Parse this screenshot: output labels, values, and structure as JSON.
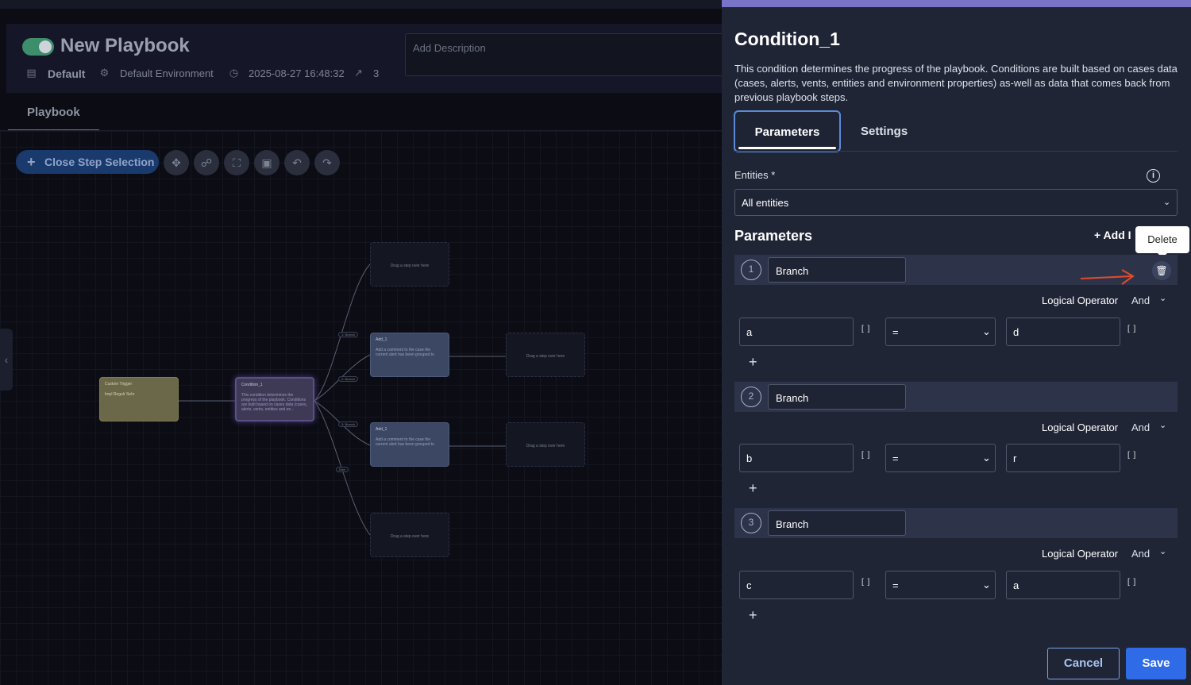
{
  "playbook": {
    "title": "New Playbook",
    "folder": "Default",
    "environment": "Default Environment",
    "timestamp": "2025-08-27 16:48:32",
    "step_count": "3",
    "description_placeholder": "Add Description",
    "tab": "Playbook"
  },
  "toolbar": {
    "close_step_label": "Close Step Selection"
  },
  "canvas": {
    "drop_text": "Drag a step over here",
    "trigger_title": "Custom Trigger",
    "trigger_body": "Impl Regulr Sehr",
    "condition_title": "Condition_1",
    "condition_body": "This condition determines the progress of the playbook. Conditions are built based on cases data (cases, alerts, vents, entities and en...",
    "step_title": "Add_1",
    "step_body": "Add a comment to the case the current alert has been grouped to",
    "edge_labels": [
      "1: Branch",
      "2: Branch",
      "3: Branch",
      "Else"
    ]
  },
  "panel": {
    "title": "Condition_1",
    "description": "This condition determines the progress of the playbook. Conditions are built based on cases data (cases, alerts, vents, entities and environment properties) as-well as data that comes back from previous playbook steps.",
    "tabs": {
      "parameters": "Parameters",
      "settings": "Settings"
    },
    "entities_label": "Entities *",
    "entities_value": "All entities",
    "parameters_heading": "Parameters",
    "add_label": "Add I",
    "tooltip": "Delete",
    "branches": [
      {
        "number": "1",
        "name": "Branch",
        "logical_label": "Logical Operator",
        "logical_value": "And",
        "left": "a",
        "operator": "=",
        "right": "d"
      },
      {
        "number": "2",
        "name": "Branch",
        "logical_label": "Logical Operator",
        "logical_value": "And",
        "left": "b",
        "operator": "=",
        "right": "r"
      },
      {
        "number": "3",
        "name": "Branch",
        "logical_label": "Logical Operator",
        "logical_value": "And",
        "left": "c",
        "operator": "=",
        "right": "a"
      }
    ],
    "cancel_label": "Cancel",
    "save_label": "Save"
  },
  "colors": {
    "accent": "#2f6be6",
    "panel_bg": "#202536",
    "header_bar": "#7a74c9",
    "arrow": "#e24a2a"
  }
}
